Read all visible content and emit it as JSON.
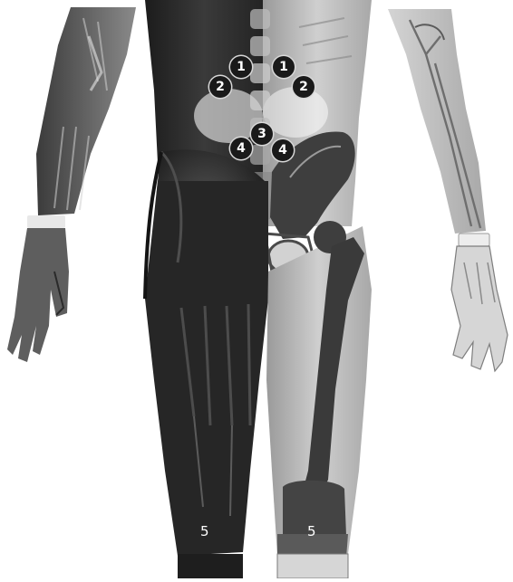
{
  "figure": {
    "colors": {
      "background": "#ffffff",
      "dark_muscle": "#2a2a2a",
      "skin_light": "#c8c8c8",
      "bone": "#e4e4e4",
      "marker_fill": "#1a1a1a",
      "marker_text": "#ffffff"
    },
    "markers": {
      "m1_left": "1",
      "m1_right": "1",
      "m2_left": "2",
      "m2_right": "2",
      "m3": "3",
      "m4_left": "4",
      "m4_right": "4"
    },
    "labels": {
      "m5_left": "5",
      "m5_right": "5"
    }
  }
}
